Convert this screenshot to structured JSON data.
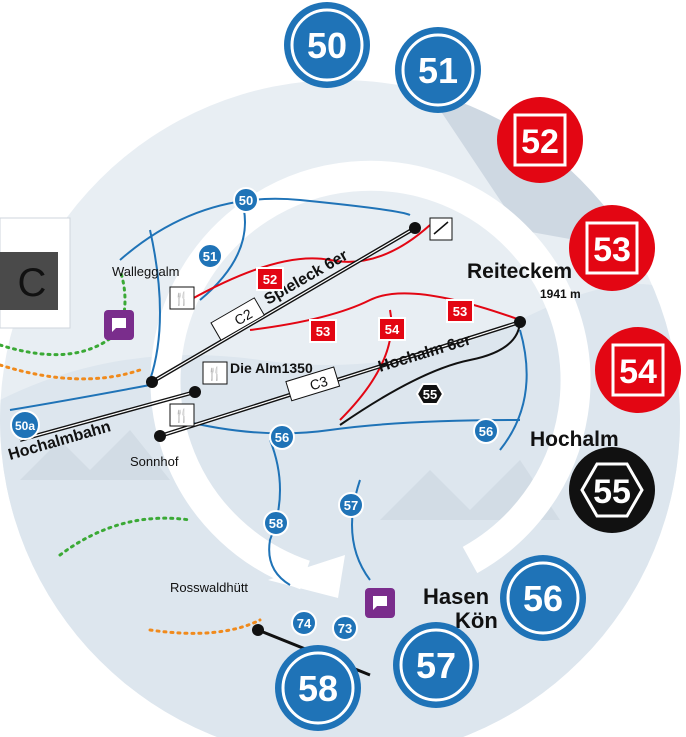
{
  "colors": {
    "blue": "#1f73b7",
    "red": "#e30613",
    "black": "#111111",
    "purple": "#7a2d8c",
    "orange_dots": "#f08a1c",
    "green_dots": "#3aa935",
    "snow": "#e6edf3"
  },
  "outer_badges": [
    {
      "number": "50",
      "difficulty": "blue",
      "shape": "circle"
    },
    {
      "number": "51",
      "difficulty": "blue",
      "shape": "circle"
    },
    {
      "number": "52",
      "difficulty": "red",
      "shape": "square"
    },
    {
      "number": "53",
      "difficulty": "red",
      "shape": "square"
    },
    {
      "number": "54",
      "difficulty": "red",
      "shape": "square"
    },
    {
      "number": "55",
      "difficulty": "black",
      "shape": "hexagon"
    },
    {
      "number": "56",
      "difficulty": "blue",
      "shape": "circle"
    },
    {
      "number": "57",
      "difficulty": "blue",
      "shape": "circle"
    },
    {
      "number": "58",
      "difficulty": "blue",
      "shape": "circle"
    }
  ],
  "inner_slope_labels": [
    "50",
    "51",
    "52",
    "53",
    "54",
    "53",
    "55",
    "56",
    "56",
    "57",
    "58",
    "74",
    "73",
    "50a"
  ],
  "lifts": [
    {
      "name": "Spieleck 6er",
      "code": "C2"
    },
    {
      "name": "Hochalm 6er",
      "code": ""
    },
    {
      "name": "",
      "code": "C3"
    },
    {
      "name": "Hochalmbahn",
      "code": ""
    }
  ],
  "places": {
    "walleggalm": "Walleggalm",
    "die_alm": "Die Alm1350",
    "sonnhof": "Sonnhof",
    "rosswald": "Rosswaldhütt",
    "reiteck": "Reiteckem",
    "altitude": "1941 m",
    "hochalm": "Hochalm",
    "hasen": "Hasen",
    "koen": "Kön"
  },
  "sector_letter": "C"
}
